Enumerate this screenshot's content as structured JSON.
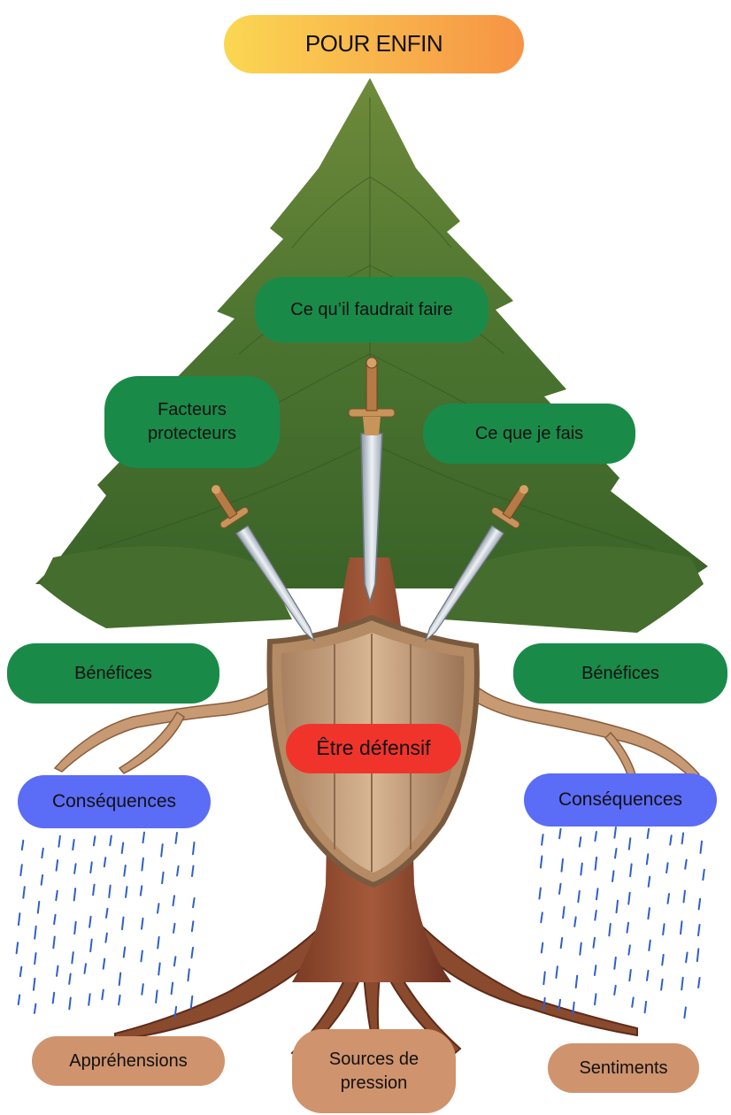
{
  "title": "POUR ENFIN",
  "center": "Être défensif",
  "branches": {
    "faire": "Ce qu’il faudrait faire",
    "facteurs": "Facteurs\nprotecteurs",
    "je_fais": "Ce que je fais",
    "benefices_left": "Bénéfices",
    "benefices_right": "Bénéfices",
    "consequences_left": "Conséquences",
    "consequences_right": "Conséquences"
  },
  "roots": {
    "apprehensions": "Appréhensions",
    "sources": "Sources de\npression",
    "sentiments": "Sentiments"
  },
  "colors": {
    "green": "#1a8a49",
    "blue": "#5b6cf7",
    "brown": "#cf936d",
    "red": "#f0342c",
    "title_gradient_start": "#fbd752",
    "title_gradient_end": "#f69345",
    "rain": "#2f5fc9"
  },
  "icons": [
    "tree-icon",
    "shield-icon",
    "sword-icon",
    "rain-icon",
    "root-icon"
  ]
}
